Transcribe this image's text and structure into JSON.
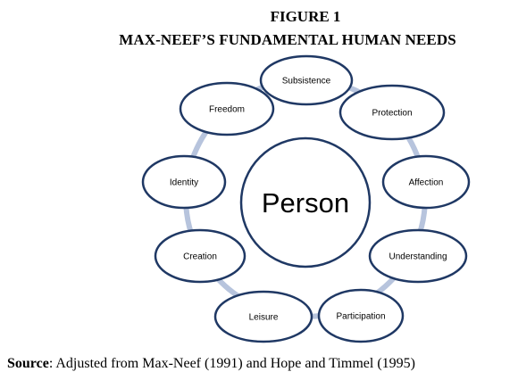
{
  "figure": {
    "number": "FIGURE 1",
    "title": "MAX-NEEF’S FUNDAMENTAL HUMAN NEEDS"
  },
  "center": {
    "label": "Person"
  },
  "needs": [
    {
      "id": "subsistence",
      "label": "Subsistence"
    },
    {
      "id": "protection",
      "label": "Protection"
    },
    {
      "id": "affection",
      "label": "Affection"
    },
    {
      "id": "understanding",
      "label": "Understanding"
    },
    {
      "id": "participation",
      "label": "Participation"
    },
    {
      "id": "leisure",
      "label": "Leisure"
    },
    {
      "id": "creation",
      "label": "Creation"
    },
    {
      "id": "identity",
      "label": "Identity"
    },
    {
      "id": "freedom",
      "label": "Freedom"
    }
  ],
  "source": {
    "label": "Source",
    "text": ": Adjusted from Max-Neef (1991) and Hope and Timmel (1995)"
  },
  "colors": {
    "ring": "#b7c4dd",
    "node_stroke": "#1f3864",
    "node_fill": "#ffffff"
  }
}
